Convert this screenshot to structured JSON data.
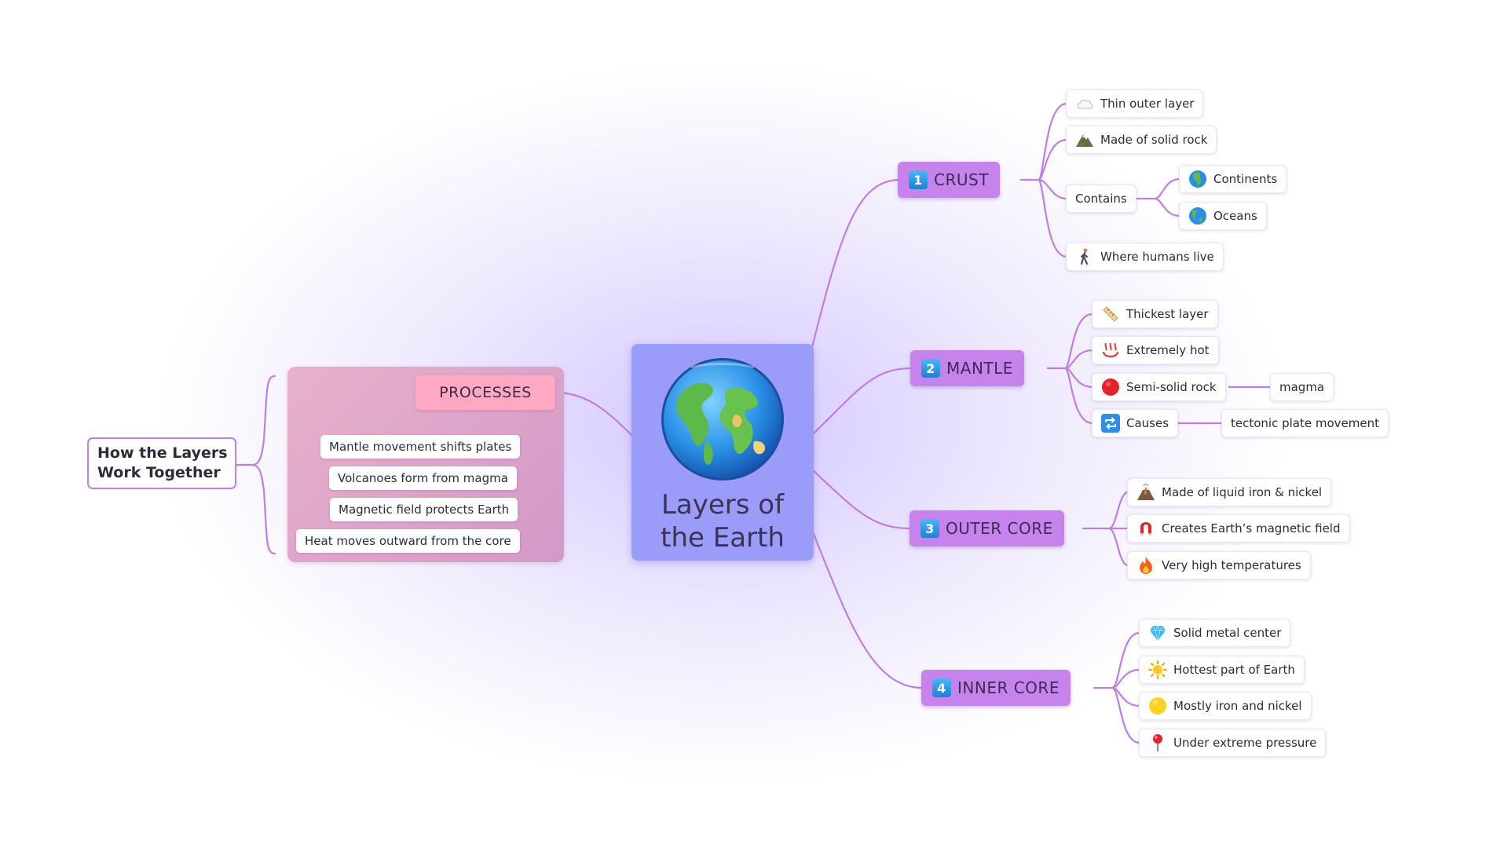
{
  "central": {
    "title": "Layers of\nthe Earth",
    "icon": "globe-earth"
  },
  "colors": {
    "branch_line": "#c27ce6",
    "topic_fill": "#c683ec",
    "central_fill": "#9b9bfa",
    "process_label": "#ffa8c4"
  },
  "branches": {
    "crust": {
      "number": "1",
      "label": "CRUST",
      "items": {
        "thin": {
          "text": "Thin outer layer",
          "icon": "cloud-icon"
        },
        "rock": {
          "text": "Made of solid rock",
          "icon": "mountain-icon"
        },
        "contains": {
          "text": "Contains",
          "children": [
            {
              "text": "Continents",
              "icon": "globe-africa-icon"
            },
            {
              "text": "Oceans",
              "icon": "globe-americas-icon"
            }
          ]
        },
        "humans": {
          "text": "Where humans live",
          "icon": "walking-person-icon"
        }
      }
    },
    "mantle": {
      "number": "2",
      "label": "MANTLE",
      "items": {
        "thick": {
          "text": "Thickest layer",
          "icon": "ruler-icon"
        },
        "hot": {
          "text": "Extremely hot",
          "icon": "hot-springs-icon"
        },
        "semi": {
          "text": "Semi-solid rock",
          "icon": "red-circle-icon",
          "child": "magma"
        },
        "causes": {
          "text": "Causes",
          "icon": "repeat-arrows-icon",
          "child": "tectonic plate movement"
        }
      }
    },
    "outer_core": {
      "number": "3",
      "label": "OUTER CORE",
      "items": {
        "liquid": {
          "text": "Made of liquid iron & nickel",
          "icon": "volcano-icon"
        },
        "magnetic": {
          "text": "Creates Earth’s magnetic field",
          "icon": "magnet-icon"
        },
        "temps": {
          "text": "Very high temperatures",
          "icon": "fire-icon"
        }
      }
    },
    "inner_core": {
      "number": "4",
      "label": "INNER CORE",
      "items": {
        "metal": {
          "text": "Solid metal center",
          "icon": "gem-icon"
        },
        "hottest": {
          "text": "Hottest part of Earth",
          "icon": "sun-icon"
        },
        "iron": {
          "text": "Mostly iron and nickel",
          "icon": "yellow-circle-icon"
        },
        "pressure": {
          "text": "Under extreme pressure",
          "icon": "pushpin-icon"
        }
      }
    }
  },
  "processes": {
    "label": "PROCESSES",
    "items": [
      "Mantle movement shifts plates",
      "Volcanoes form from magma",
      "Magnetic field protects Earth",
      "Heat moves outward from the core"
    ],
    "summary": "How the Layers\nWork Together"
  }
}
